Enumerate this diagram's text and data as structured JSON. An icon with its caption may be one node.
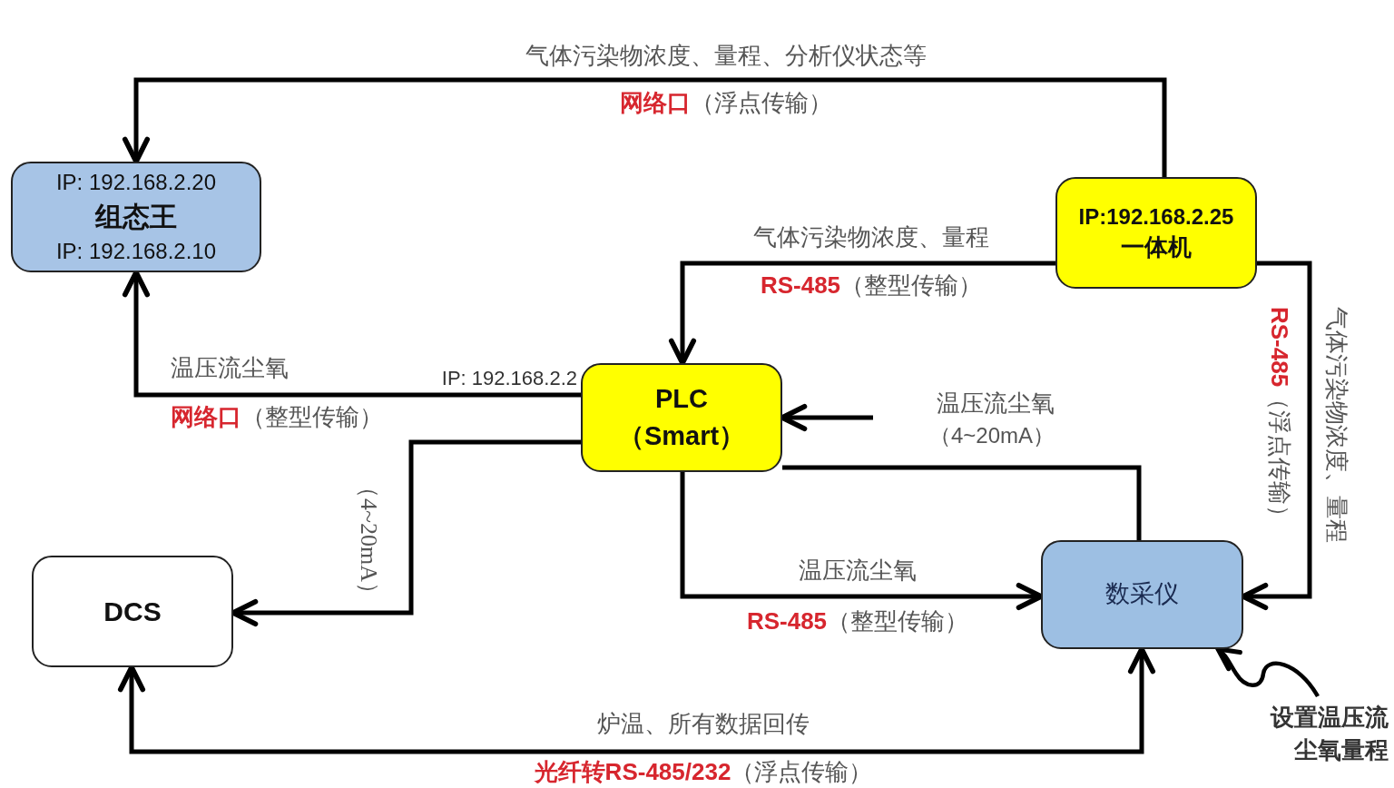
{
  "diagram": {
    "nodes": [
      {
        "text": [
          "IP: 192.168.2.20",
          "组态王",
          "IP: 192.168.2.10"
        ]
      },
      {
        "text": [
          "IP:192.168.2.25",
          "一体机"
        ]
      },
      {
        "text": [
          "PLC （Smart）"
        ],
        "beside": [
          "IP: 192.168.2.2"
        ]
      },
      {
        "text": [
          "DCS"
        ]
      },
      {
        "text": [
          "数采仪"
        ]
      },
      {
        "text": [
          "温压流尘氧",
          "（4~20mA）"
        ]
      },
      {
        "text": [
          "设置温压流尘氧量程"
        ]
      }
    ],
    "edges": [
      {
        "from": 1,
        "to": 0,
        "arrow": "to",
        "label": "气体污染物浓度、量程、分析仪状态等"
      },
      {
        "from": 1,
        "to": 2,
        "arrow": "to",
        "label": "气体污染物浓度、量程"
      },
      {
        "from": 1,
        "to": 4,
        "arrow": "to",
        "label": "气体污染物浓度、量程"
      },
      {
        "from": 2,
        "to": 0,
        "arrow": "to",
        "label": "温压流尘氧"
      },
      {
        "from": 2,
        "to": 3,
        "arrow": "to",
        "label": "（4~20mA）"
      },
      {
        "from": 5,
        "to": 2,
        "arrow": "to"
      },
      {
        "from": 2,
        "to": 4,
        "arrow": "to",
        "label": "温压流尘氧"
      },
      {
        "from": 2,
        "to": 4,
        "arrow": "none"
      },
      {
        "from": 3,
        "to": 4,
        "arrow": "both",
        "label": "炉温、所有数据回传"
      },
      {
        "from": 6,
        "to": 4,
        "arrow": "to"
      }
    ],
    "labels": [
      "**网络口**（浮点传输）",
      "**RS-485**（整型传输）",
      "**RS-485**（浮点传输）",
      "**网络口**（整型传输）",
      "**RS-485**（整型传输）",
      "**光纤转RS-485/232**（浮点传输）"
    ]
  }
}
